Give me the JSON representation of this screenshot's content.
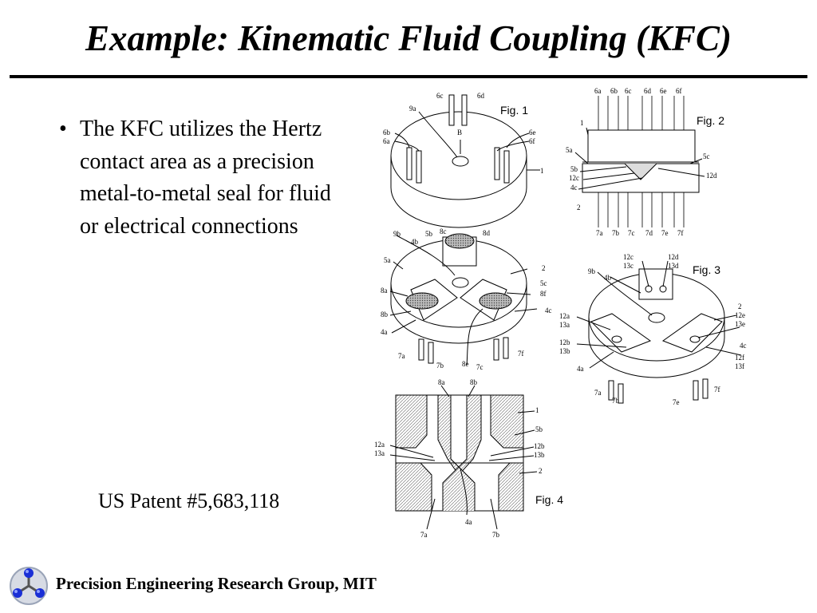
{
  "slide": {
    "title": "Example: Kinematic Fluid Coupling (KFC)",
    "bullets": [
      "The KFC utilizes the Hertz contact area as a precision metal-to-metal seal for fluid or electrical connections"
    ],
    "patent": "US Patent #5,683,118",
    "footer": "Precision Engineering Research Group, MIT"
  },
  "figures": {
    "labels": [
      "Fig. 1",
      "Fig. 2",
      "Fig. 3",
      "Fig. 4"
    ],
    "fig1": {
      "refs": [
        "6c",
        "6d",
        "9a",
        "B",
        "6b",
        "6a",
        "6e",
        "6f",
        "1"
      ]
    },
    "fig2": {
      "refs": [
        "6a",
        "6b",
        "6c",
        "6d",
        "6e",
        "6f",
        "1",
        "5a",
        "5b",
        "12c",
        "4c",
        "5c",
        "12d",
        "2",
        "7a",
        "7b",
        "7c",
        "7d",
        "7e",
        "7f"
      ]
    },
    "fig_middle": {
      "refs": [
        "8c",
        "8d",
        "9b",
        "5b",
        "4b",
        "5a",
        "2",
        "5c",
        "8f",
        "8a",
        "8b",
        "4c",
        "4a",
        "7f",
        "7a",
        "7b",
        "8e",
        "7c"
      ]
    },
    "fig3": {
      "refs": [
        "12c",
        "13c",
        "12d",
        "13d",
        "9b",
        "4b",
        "2",
        "12e",
        "13e",
        "12a",
        "13a",
        "12b",
        "13b",
        "4c",
        "12f",
        "13f",
        "4a",
        "7f",
        "7a",
        "7b",
        "7e"
      ]
    },
    "fig4": {
      "refs": [
        "8a",
        "8b",
        "1",
        "5b",
        "12a",
        "13a",
        "12b",
        "13b",
        "2",
        "4a",
        "7a",
        "7b"
      ]
    }
  },
  "colors": {
    "logo_blue": "#1a2fd6",
    "logo_ring": "#9aa4b8"
  }
}
